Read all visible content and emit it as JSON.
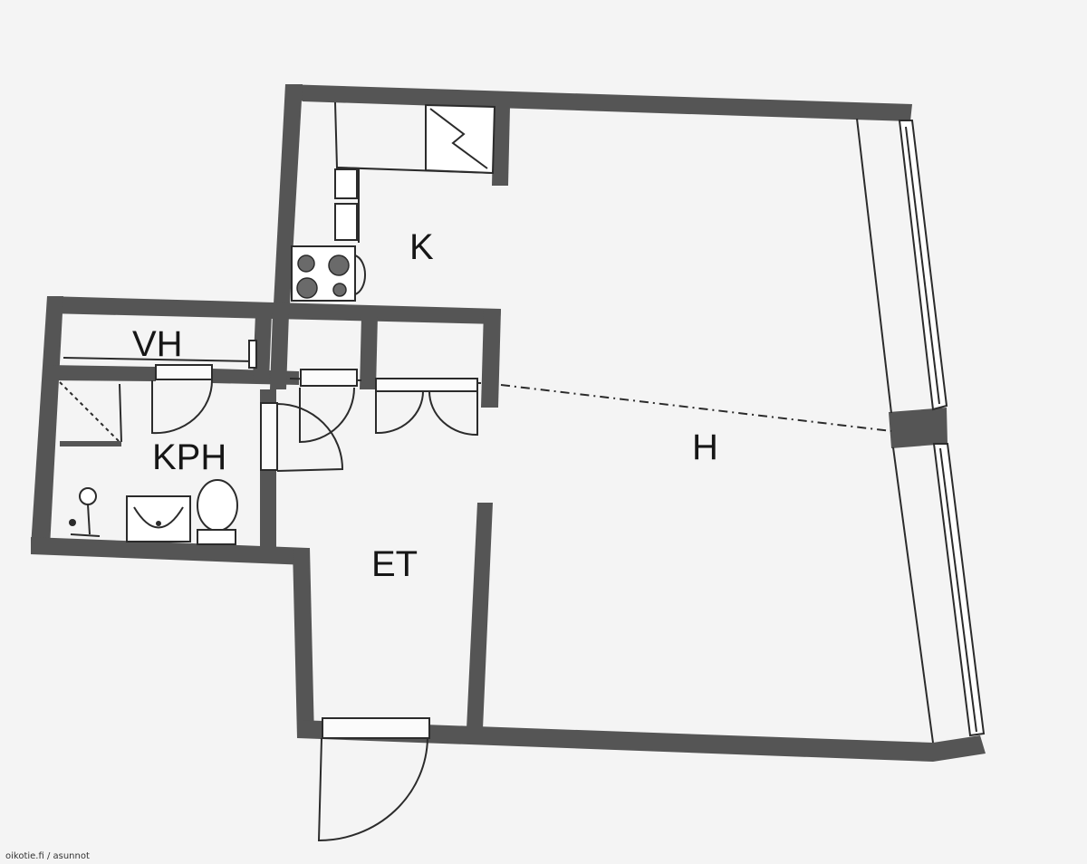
{
  "rooms": {
    "kitchen": "K",
    "living": "H",
    "walk_in_closet": "VH",
    "bathroom": "KPH",
    "entry_hall": "ET"
  },
  "watermark": "oikotie.fi / asunnot",
  "colors": {
    "background": "#f4f4f4",
    "wall": "#555555",
    "line": "#2b2b2b",
    "text": "#161616"
  }
}
